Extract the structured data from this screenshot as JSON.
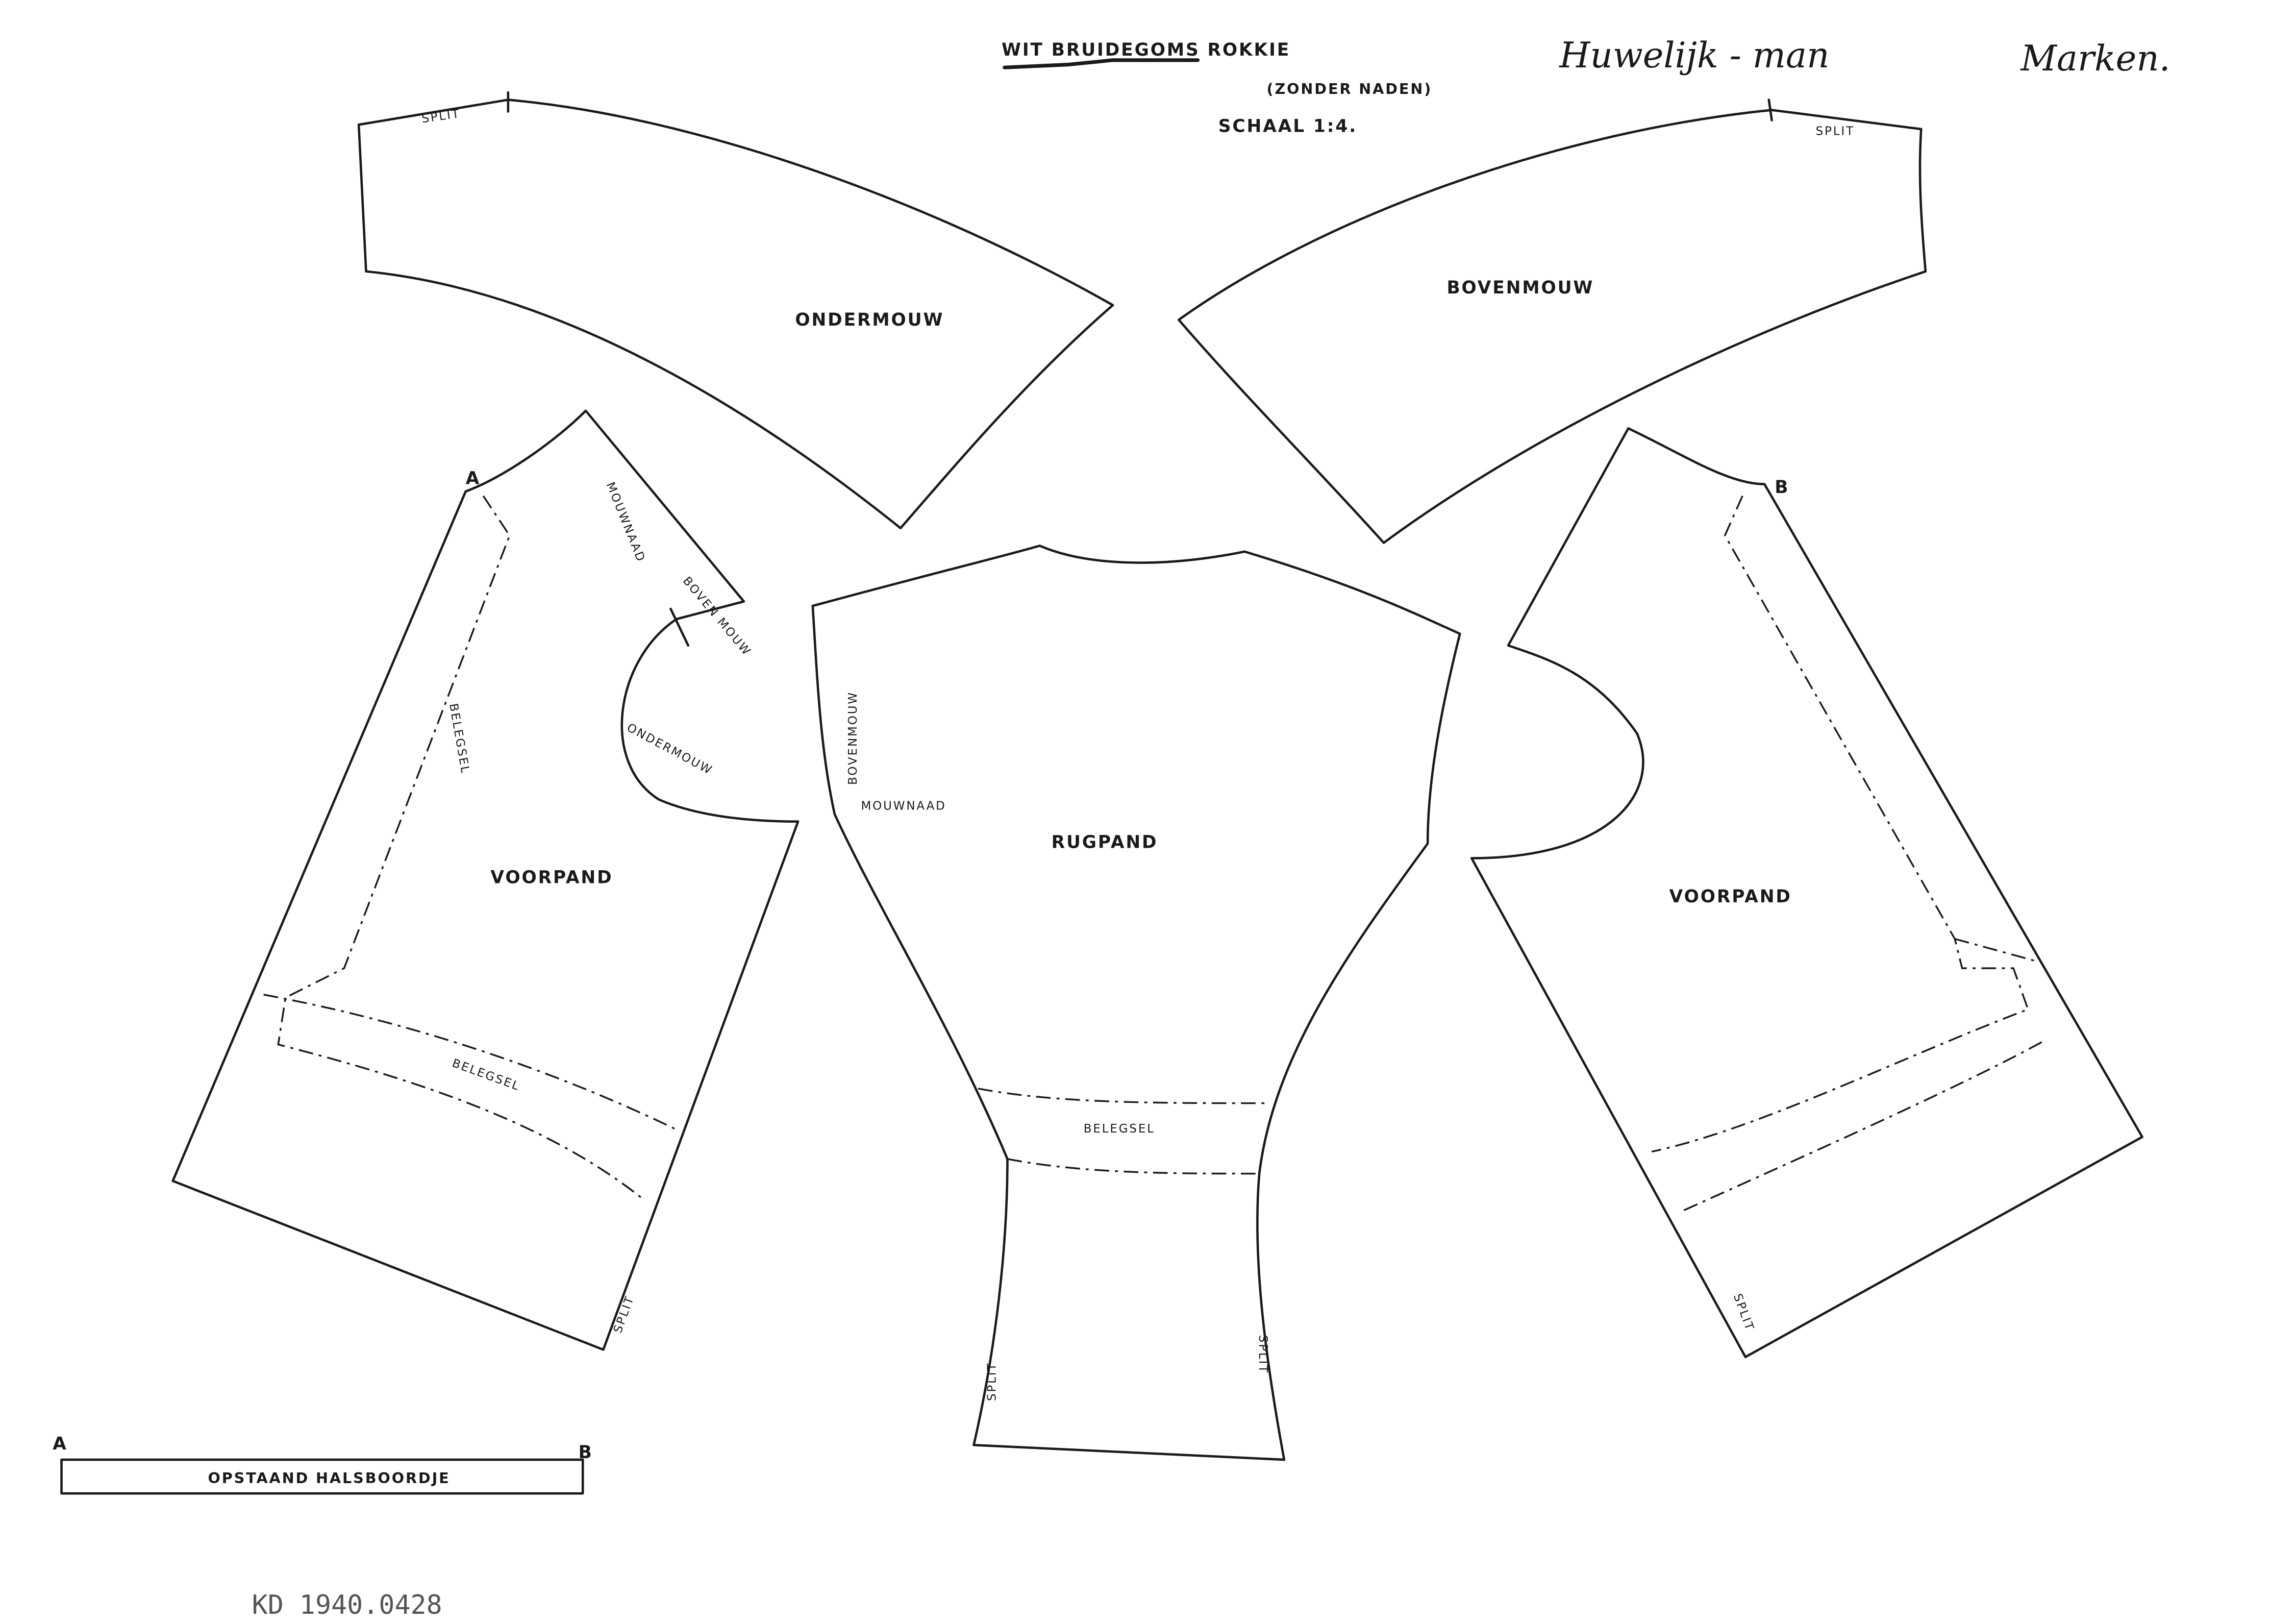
{
  "header": {
    "title": "WIT BRUIDEGOMS ROKKIE",
    "subtitle": "(ZONDER NADEN)",
    "scale": "SCHAAL 1:4.",
    "occasion": "Huwelijk - man",
    "place": "Marken."
  },
  "pieces": {
    "ondermouw": {
      "label": "ONDERMOUW",
      "split": "SPLIT"
    },
    "bovenmouw": {
      "label": "BOVENMOUW",
      "split": "SPLIT"
    },
    "voorpand_left": {
      "label": "VOORPAND",
      "belegsel_side": "BELEGSEL",
      "belegsel_bottom": "BELEGSEL",
      "mouwnaad": "MOUWNAAD",
      "boven_mouw": "BOVEN MOUW",
      "ondermouw": "ONDERMOUW",
      "split": "SPLIT",
      "marker": "A"
    },
    "rugpand": {
      "label": "RUGPAND",
      "bovenmouw": "BOVENMOUW",
      "mouwnaad": "MOUWNAAD",
      "belegsel": "BELEGSEL",
      "split_left": "SPLIT",
      "split_right": "SPLIT"
    },
    "voorpand_right": {
      "label": "VOORPAND",
      "split": "SPLIT",
      "marker": "B"
    },
    "halsboordje": {
      "label": "OPSTAAND HALSBOORDJE",
      "marker_a": "A",
      "marker_b": "B"
    }
  },
  "catalog_number": "KD 1940.0428"
}
